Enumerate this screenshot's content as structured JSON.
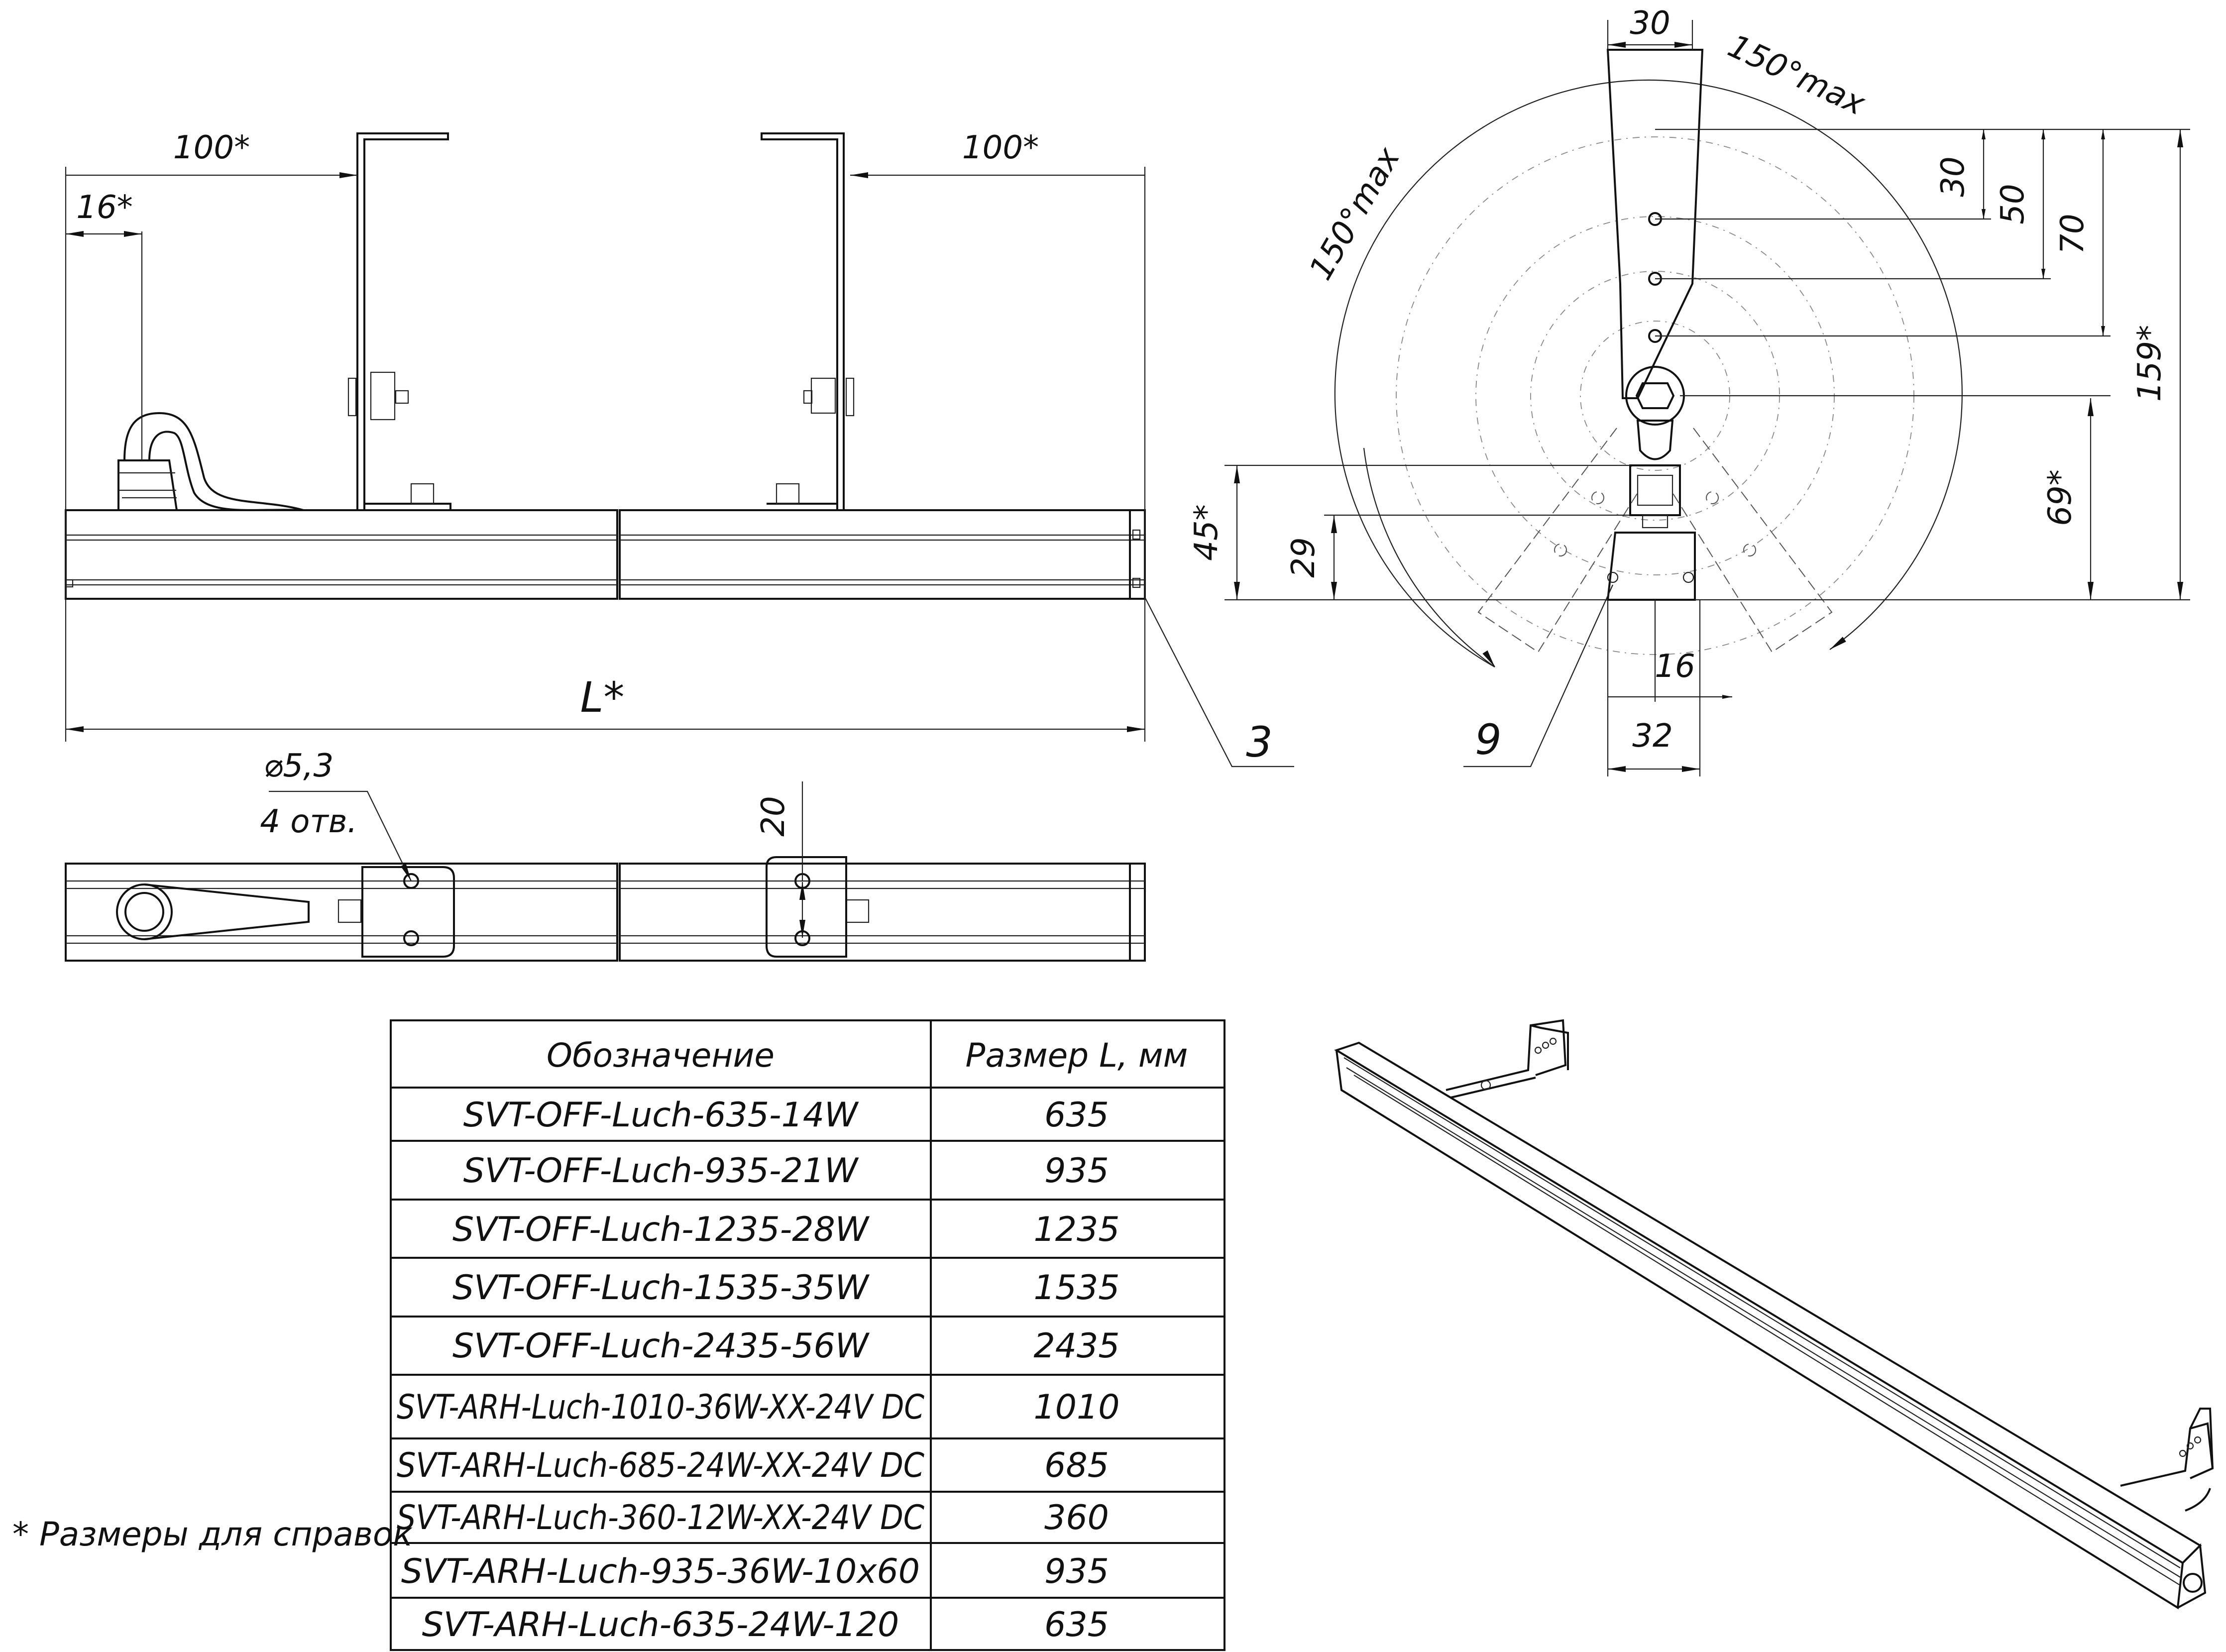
{
  "dimensions": {
    "front": {
      "bracket_left": "100*",
      "bracket_right": "100*",
      "gland": "16*",
      "length": "L*",
      "callout_3": "3"
    },
    "top": {
      "hole_diameter": "⌀5,3",
      "hole_count": "4 отв.",
      "slot": "20"
    },
    "side": {
      "top_width": "30",
      "angle_right": "150°max",
      "angle_left": "150°max",
      "d30": "30",
      "d50": "50",
      "d70": "70",
      "d159": "159*",
      "d69": "69*",
      "d45": "45*",
      "d29": "29",
      "d16": "16",
      "d32": "32",
      "callout_9": "9"
    }
  },
  "table": {
    "headers": [
      "Обозначение",
      "Размер L, мм"
    ],
    "rows": [
      [
        "SVT-OFF-Luch-635-14W",
        "635"
      ],
      [
        "SVT-OFF-Luch-935-21W",
        "935"
      ],
      [
        "SVT-OFF-Luch-1235-28W",
        "1235"
      ],
      [
        "SVT-OFF-Luch-1535-35W",
        "1535"
      ],
      [
        "SVT-OFF-Luch-2435-56W",
        "2435"
      ],
      [
        "SVT-ARH-Luch-1010-36W-XX-24V DC",
        "1010"
      ],
      [
        "SVT-ARH-Luch-685-24W-XX-24V DC",
        "685"
      ],
      [
        "SVT-ARH-Luch-360-12W-XX-24V DC",
        "360"
      ],
      [
        "SVT-ARH-Luch-935-36W-10x60",
        "935"
      ],
      [
        "SVT-ARH-Luch-635-24W-120",
        "635"
      ]
    ]
  },
  "note": "* Размеры для справок"
}
